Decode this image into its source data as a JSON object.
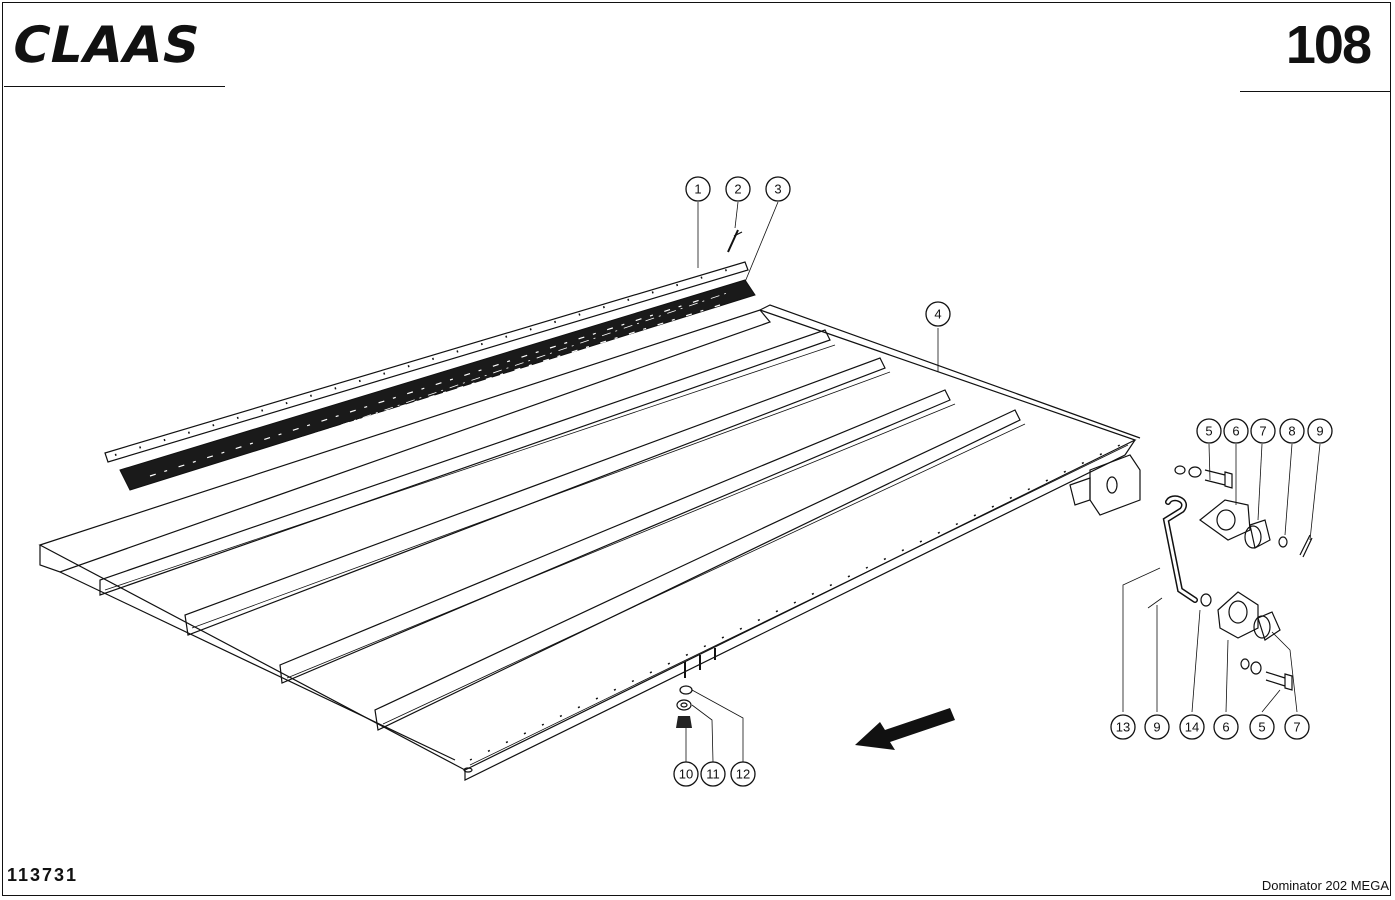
{
  "header": {
    "logo_text": "CLAAS",
    "page_number": "108"
  },
  "footer": {
    "drawing_number": "113731",
    "model": "Dominator  202 MEGA"
  },
  "callouts": [
    "1",
    "2",
    "3",
    "4",
    "5",
    "6",
    "7",
    "8",
    "9",
    "13",
    "9",
    "14",
    "6",
    "5",
    "7",
    "10",
    "11",
    "12"
  ],
  "colors": {
    "ink": "#111111",
    "paper": "#ffffff"
  },
  "icons": {
    "direction": "arrow-down-left-icon"
  }
}
